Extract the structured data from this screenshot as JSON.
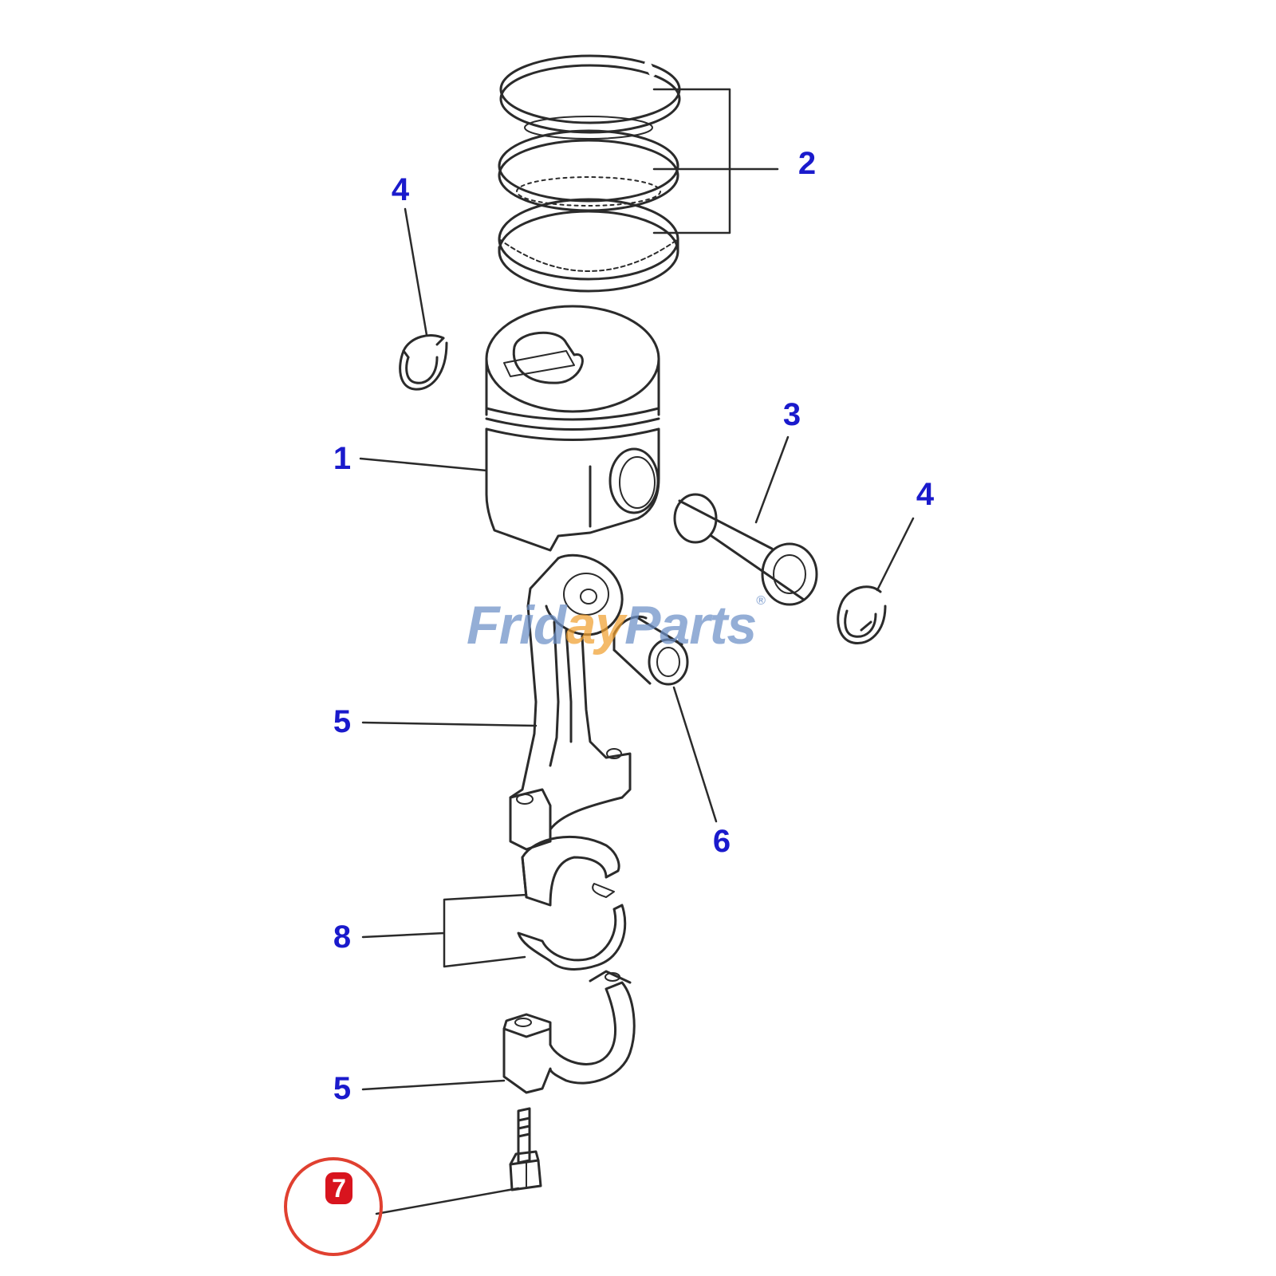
{
  "diagram": {
    "callouts": [
      {
        "id": "2",
        "text": "2"
      },
      {
        "id": "4a",
        "text": "4"
      },
      {
        "id": "1",
        "text": "1"
      },
      {
        "id": "3",
        "text": "3"
      },
      {
        "id": "4b",
        "text": "4"
      },
      {
        "id": "5a",
        "text": "5"
      },
      {
        "id": "6",
        "text": "6"
      },
      {
        "id": "8",
        "text": "8"
      },
      {
        "id": "5b",
        "text": "5"
      },
      {
        "id": "7",
        "text": "7"
      }
    ],
    "highlighted_callout": "7"
  },
  "watermark": {
    "part1": "Frid",
    "part2": "ay",
    "part3": "Parts",
    "reg": "®"
  },
  "colors": {
    "callout_text": "#1a1acc",
    "line_art": "#2b2b2b",
    "highlight_ring": "#e04030",
    "highlight_badge": "#d8141e",
    "watermark_blue": "#6b8fc7",
    "watermark_orange": "#f0a030"
  }
}
